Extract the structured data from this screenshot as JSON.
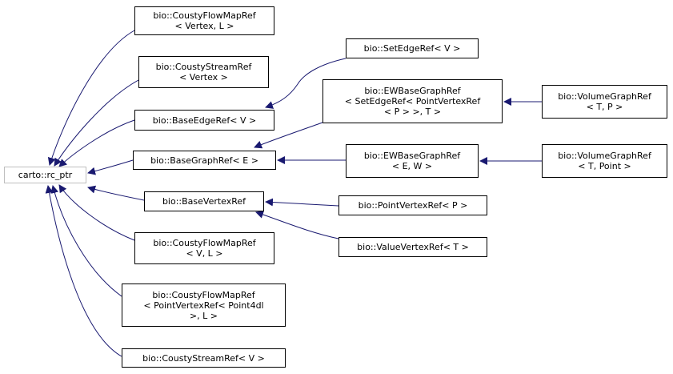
{
  "diagram": {
    "title": "",
    "colors": {
      "edge": "#191970",
      "node_border": "#000000",
      "root_border": "#bfbfbf"
    },
    "nodes": [
      {
        "id": "root",
        "lines": [
          "carto::rc_ptr"
        ]
      },
      {
        "id": "cfm_vertex_l",
        "lines": [
          "bio::CoustyFlowMapRef",
          "< Vertex, L >"
        ]
      },
      {
        "id": "cs_vertex",
        "lines": [
          "bio::CoustyStreamRef",
          "< Vertex >"
        ]
      },
      {
        "id": "base_edge",
        "lines": [
          "bio::BaseEdgeRef< V >"
        ]
      },
      {
        "id": "base_graph",
        "lines": [
          "bio::BaseGraphRef< E >"
        ]
      },
      {
        "id": "base_vertex",
        "lines": [
          "bio::BaseVertexRef"
        ]
      },
      {
        "id": "cfm_v_l",
        "lines": [
          "bio::CoustyFlowMapRef",
          "< V, L >"
        ]
      },
      {
        "id": "cfm_point4dl",
        "lines": [
          "bio::CoustyFlowMapRef",
          "< PointVertexRef< Point4dl",
          ">, L >"
        ]
      },
      {
        "id": "cs_v",
        "lines": [
          "bio::CoustyStreamRef< V >"
        ]
      },
      {
        "id": "set_edge",
        "lines": [
          "bio::SetEdgeRef< V >"
        ]
      },
      {
        "id": "ew_set_edge",
        "lines": [
          "bio::EWBaseGraphRef",
          "< SetEdgeRef< PointVertexRef",
          "< P > >, T >"
        ]
      },
      {
        "id": "ew_e_w",
        "lines": [
          "bio::EWBaseGraphRef",
          "< E, W >"
        ]
      },
      {
        "id": "point_vertex",
        "lines": [
          "bio::PointVertexRef< P >"
        ]
      },
      {
        "id": "value_vertex",
        "lines": [
          "bio::ValueVertexRef< T >"
        ]
      },
      {
        "id": "vol_t_p",
        "lines": [
          "bio::VolumeGraphRef",
          "< T, P >"
        ]
      },
      {
        "id": "vol_t_point",
        "lines": [
          "bio::VolumeGraphRef",
          "< T, Point >"
        ]
      }
    ],
    "edges": [
      {
        "from": "cfm_vertex_l",
        "to": "root"
      },
      {
        "from": "cs_vertex",
        "to": "root"
      },
      {
        "from": "base_edge",
        "to": "root"
      },
      {
        "from": "base_graph",
        "to": "root"
      },
      {
        "from": "base_vertex",
        "to": "root"
      },
      {
        "from": "cfm_v_l",
        "to": "root"
      },
      {
        "from": "cfm_point4dl",
        "to": "root"
      },
      {
        "from": "cs_v",
        "to": "root"
      },
      {
        "from": "set_edge",
        "to": "base_edge"
      },
      {
        "from": "ew_set_edge",
        "to": "base_graph"
      },
      {
        "from": "ew_e_w",
        "to": "base_graph"
      },
      {
        "from": "point_vertex",
        "to": "base_vertex"
      },
      {
        "from": "value_vertex",
        "to": "base_vertex"
      },
      {
        "from": "vol_t_p",
        "to": "ew_set_edge"
      },
      {
        "from": "vol_t_point",
        "to": "ew_e_w"
      }
    ]
  }
}
